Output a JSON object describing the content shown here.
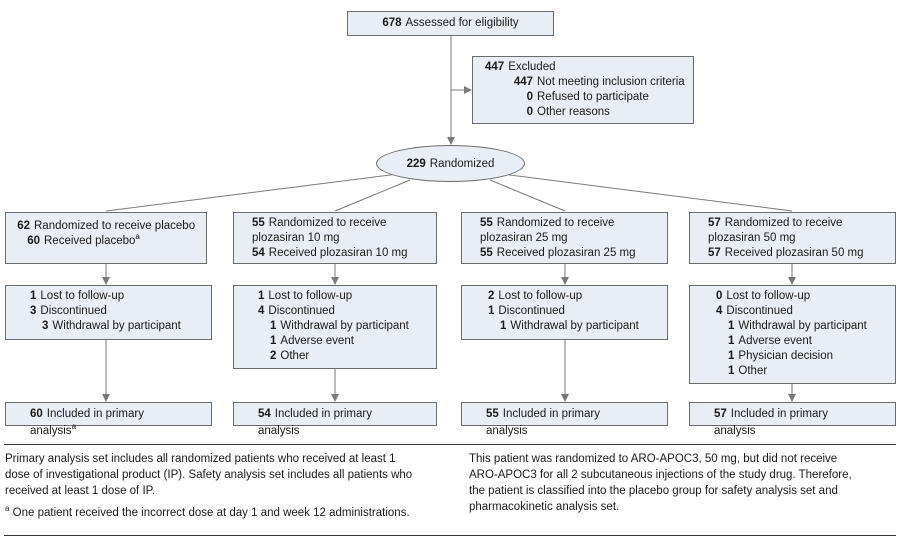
{
  "assessed": {
    "n": "678",
    "label": "Assessed for eligibility"
  },
  "excluded": {
    "n": "447",
    "label": "Excluded",
    "reasons": [
      {
        "n": "447",
        "label": "Not meeting inclusion criteria"
      },
      {
        "n": "0",
        "label": "Refused to participate"
      },
      {
        "n": "0",
        "label": "Other reasons"
      }
    ]
  },
  "randomized": {
    "n": "229",
    "label": "Randomized"
  },
  "arms": [
    {
      "alloc": [
        {
          "n": "62",
          "label": "Randomized to receive placebo"
        },
        {
          "n": "60",
          "label": "Received placebo",
          "sup": "a"
        }
      ],
      "fu": [
        {
          "n": "1",
          "label": "Lost to follow-up",
          "indent": 0
        },
        {
          "n": "3",
          "label": "Discontinued",
          "indent": 0
        },
        {
          "n": "3",
          "label": "Withdrawal by participant",
          "indent": 1
        }
      ],
      "analysis": {
        "n": "60",
        "label": "Included in primary analysis",
        "sup": "a"
      }
    },
    {
      "alloc": [
        {
          "n": "55",
          "label": "Randomized to receive",
          "label2": "plozasiran 10 mg"
        },
        {
          "n": "54",
          "label": "Received plozasiran 10 mg"
        }
      ],
      "fu": [
        {
          "n": "1",
          "label": "Lost to follow-up",
          "indent": 0
        },
        {
          "n": "4",
          "label": "Discontinued",
          "indent": 0
        },
        {
          "n": "1",
          "label": "Withdrawal by participant",
          "indent": 1
        },
        {
          "n": "1",
          "label": "Adverse event",
          "indent": 1
        },
        {
          "n": "2",
          "label": "Other",
          "indent": 1
        }
      ],
      "analysis": {
        "n": "54",
        "label": "Included in primary analysis"
      }
    },
    {
      "alloc": [
        {
          "n": "55",
          "label": "Randomized to receive",
          "label2": "plozasiran 25 mg"
        },
        {
          "n": "55",
          "label": "Received plozasiran 25 mg"
        }
      ],
      "fu": [
        {
          "n": "2",
          "label": "Lost to follow-up",
          "indent": 0
        },
        {
          "n": "1",
          "label": "Discontinued",
          "indent": 0
        },
        {
          "n": "1",
          "label": "Withdrawal by participant",
          "indent": 1
        }
      ],
      "analysis": {
        "n": "55",
        "label": "Included in primary analysis"
      }
    },
    {
      "alloc": [
        {
          "n": "57",
          "label": "Randomized to receive",
          "label2": "plozasiran 50 mg"
        },
        {
          "n": "57",
          "label": "Received plozasiran 50 mg"
        }
      ],
      "fu": [
        {
          "n": "0",
          "label": "Lost to follow-up",
          "indent": 0
        },
        {
          "n": "4",
          "label": "Discontinued",
          "indent": 0
        },
        {
          "n": "1",
          "label": "Withdrawal by participant",
          "indent": 1
        },
        {
          "n": "1",
          "label": "Adverse event",
          "indent": 1
        },
        {
          "n": "1",
          "label": "Physician decision",
          "indent": 1
        },
        {
          "n": "1",
          "label": "Other",
          "indent": 1
        }
      ],
      "analysis": {
        "n": "57",
        "label": "Included in primary analysis"
      }
    }
  ],
  "notes": {
    "left": [
      "Primary analysis set includes all randomized patients who received at least 1",
      "dose of investigational product (IP). Safety analysis set includes all patients who",
      "received at least 1 dose of IP."
    ],
    "footnote_mark": "a",
    "footnote": "One patient received the incorrect dose at day 1 and week 12 administrations.",
    "right": [
      "This patient was randomized to ARO-APOC3, 50 mg, but did not receive",
      "ARO-APOC3 for all 2 subcutaneous injections of the study drug. Therefore,",
      "the patient is classified into the placebo group for safety analysis set and",
      "pharmacokinetic analysis set."
    ]
  },
  "colors": {
    "box_fill": "#e9eef4",
    "border": "#6b6b6b",
    "line": "#7a7a7a"
  }
}
